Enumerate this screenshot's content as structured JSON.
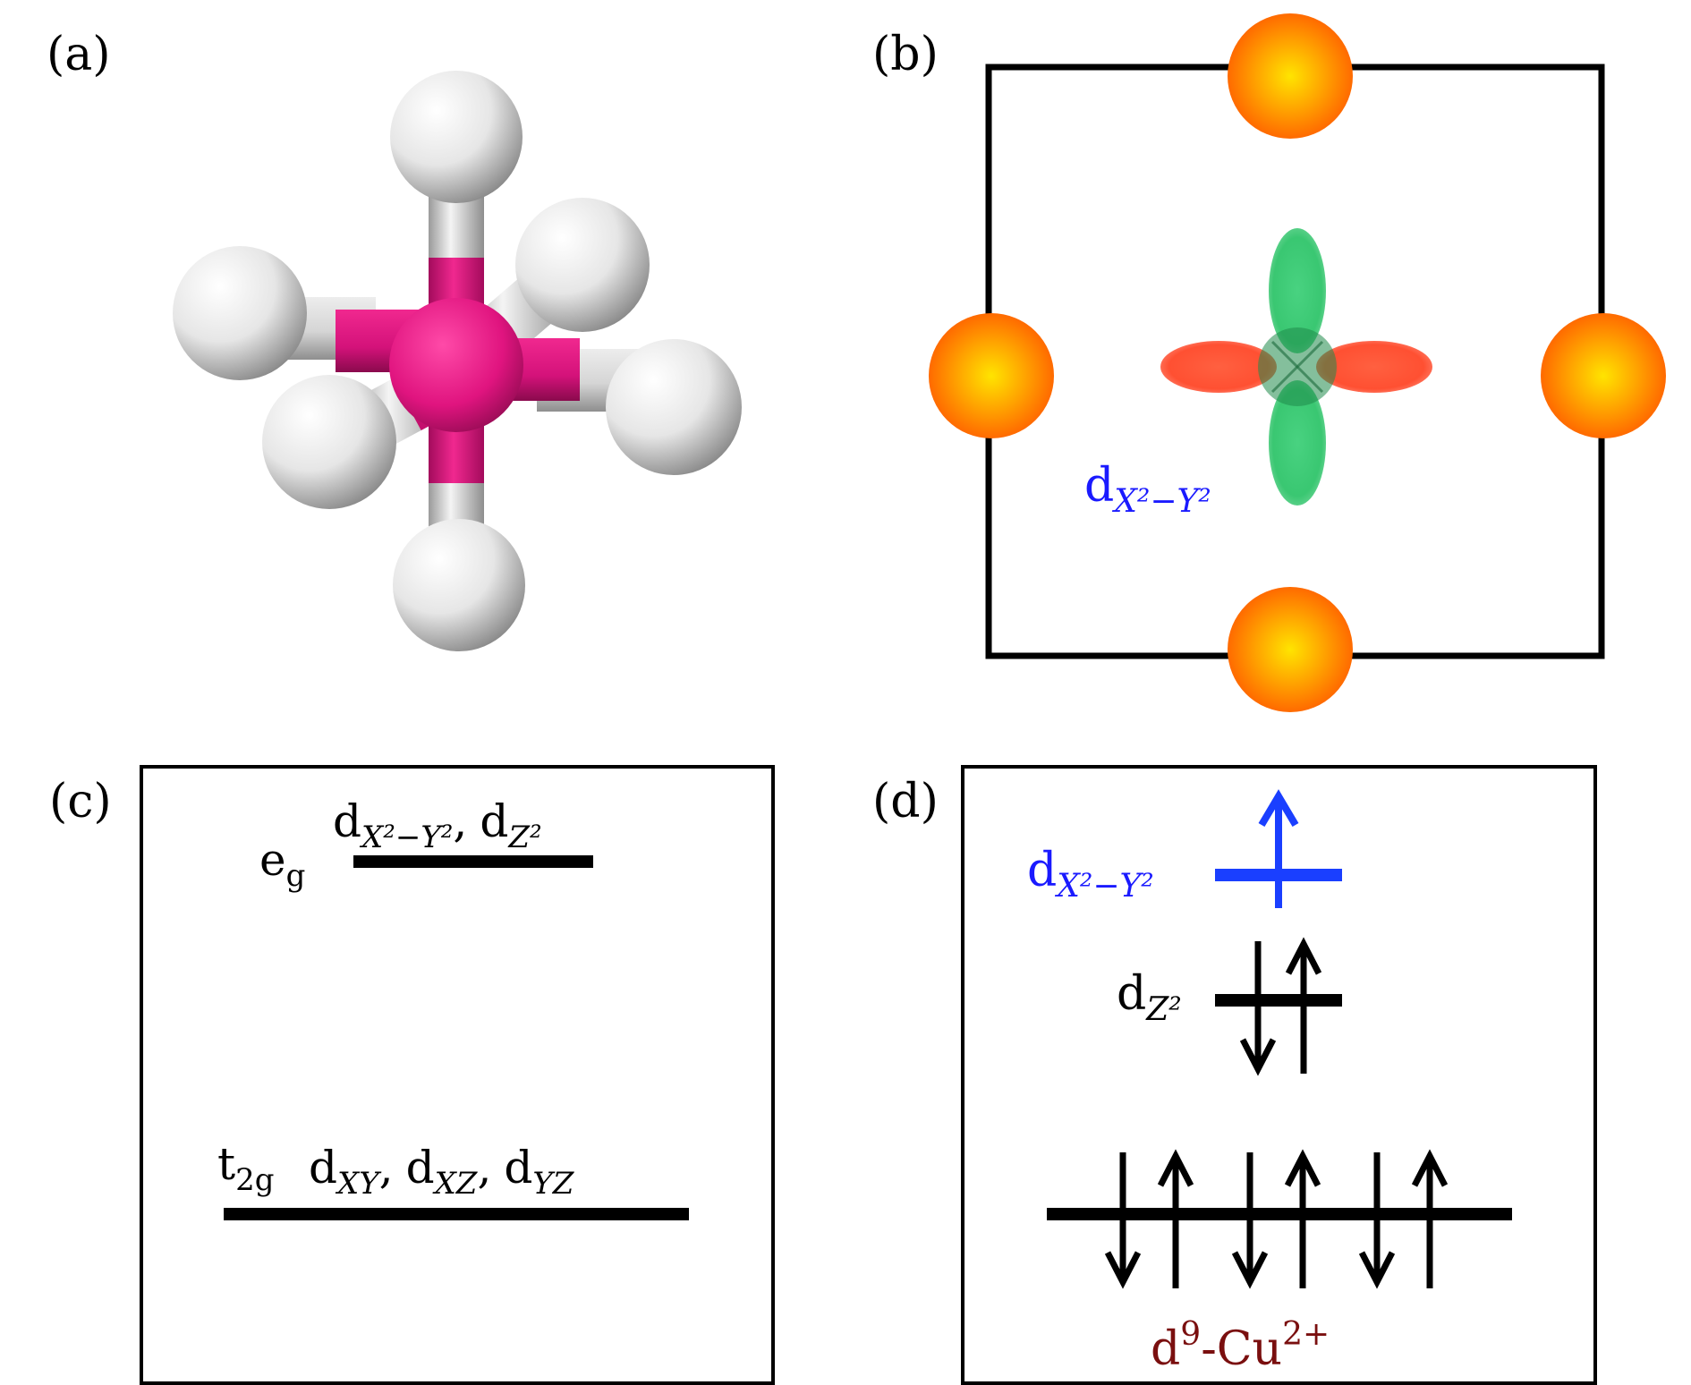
{
  "panels": {
    "a": {
      "label": "(a)"
    },
    "b": {
      "label": "(b)",
      "orbital": {
        "base": "d",
        "sub": "X²−Y²",
        "color": "#1a1aff"
      }
    },
    "c": {
      "label": "(c)",
      "eg": {
        "base": "e",
        "sub": "g"
      },
      "eg_orbitals": {
        "o1_base": "d",
        "o1_sub": "X²−Y²",
        "sep": ",",
        "o2_base": "d",
        "o2_sub": "Z²"
      },
      "t2g": {
        "base": "t",
        "sub": "2g"
      },
      "t2g_orbitals": {
        "o1_base": "d",
        "o1_sub": "XY",
        "sep1": ",",
        "o2_base": "d",
        "o2_sub": "XZ",
        "sep2": ",",
        "o3_base": "d",
        "o3_sub": "YZ"
      }
    },
    "d": {
      "label": "(d)",
      "upper_level": {
        "base": "d",
        "sub": "X²−Y²",
        "color": "#1a1aff"
      },
      "middle_level": {
        "base": "d",
        "sub": "Z²"
      },
      "ion": {
        "base": "d",
        "sup1": "9",
        "mid": "-Cu",
        "sup2": "2+",
        "color": "#7a0f0f"
      }
    }
  },
  "colors": {
    "metal_atom": "#e0147f",
    "ligand_atom": "#e8e8e8",
    "lobe_x": "#ff5032",
    "lobe_y": "#2fc46a",
    "oxygen_outer": "#ff7a00",
    "oxygen_inner": "#ffe400",
    "spin_blue": "#1a3fff",
    "line": "#000000"
  }
}
